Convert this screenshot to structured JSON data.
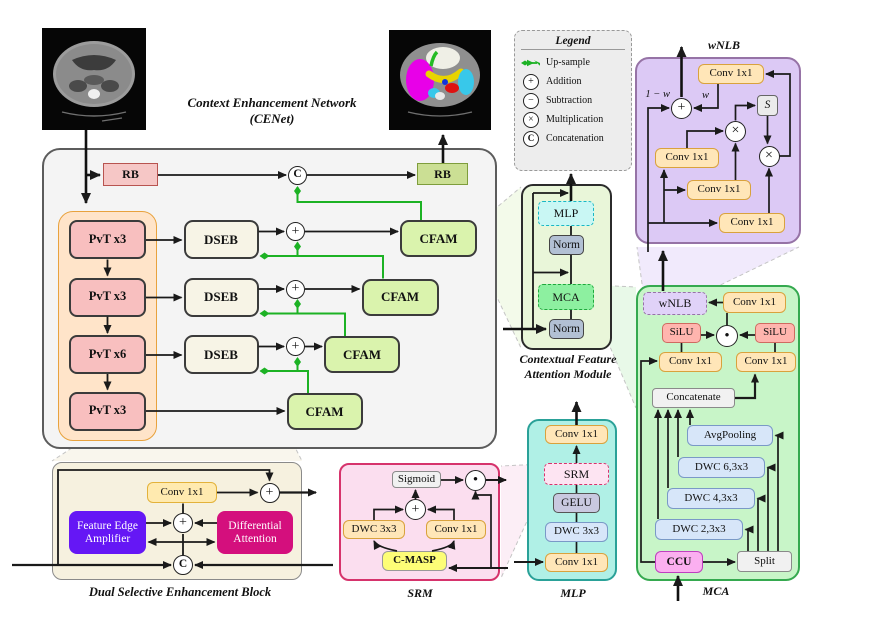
{
  "title": {
    "line1": "Context Enhancement Network",
    "line2": "(CENet)"
  },
  "ops": {
    "add": "+",
    "sub": "−",
    "mult": "×",
    "concat": "C",
    "dot": "•"
  },
  "legend": {
    "title": "Legend",
    "items": [
      {
        "label": "Up-sample"
      },
      {
        "label": "Addition"
      },
      {
        "label": "Subtraction"
      },
      {
        "label": "Multiplication"
      },
      {
        "label": "Concatenation"
      }
    ]
  },
  "network": {
    "rb_left": "RB",
    "rb_right": "RB",
    "encoder_blocks": [
      "PvT x3",
      "PvT x3",
      "PvT x6",
      "PvT x3"
    ],
    "dseb_blocks": [
      "DSEB",
      "DSEB",
      "DSEB"
    ],
    "cfam_blocks": [
      "CFAM",
      "CFAM",
      "CFAM",
      "CFAM"
    ]
  },
  "cfam_module": {
    "mlp": "MLP",
    "norm_top": "Norm",
    "mca": "MCA",
    "norm_bottom": "Norm",
    "label_line1": "Contextual Feature",
    "label_line2": "Attention Module"
  },
  "wnlb_module": {
    "title": "wNLB",
    "conv_top": "Conv 1x1",
    "conv_mid_left": "Conv 1x1",
    "conv_mid_center": "Conv 1x1",
    "conv_bottom": "Conv 1x1",
    "one_minus_w": "1 − w",
    "w": "w",
    "s": "S"
  },
  "mca_module": {
    "title": "MCA",
    "wnlb": "wNLB",
    "conv_top": "Conv 1x1",
    "silu_left": "SiLU",
    "silu_right": "SiLU",
    "conv_left": "Conv 1x1",
    "conv_right": "Conv 1x1",
    "concatenate": "Concatenate",
    "avgpooling": "AvgPooling",
    "dwc6": "DWC 6,3x3",
    "dwc4": "DWC 4,3x3",
    "dwc2": "DWC 2,3x3",
    "ccu": "CCU",
    "split": "Split"
  },
  "srm_module": {
    "title": "SRM",
    "sigmoid": "Sigmoid",
    "dwc": "DWC 3x3",
    "conv": "Conv 1x1",
    "cmasp": "C-MASP"
  },
  "mlp_module": {
    "title": "MLP",
    "conv_top": "Conv 1x1",
    "srm": "SRM",
    "gelu": "GELU",
    "dwc": "DWC 3x3",
    "conv_bottom": "Conv 1x1"
  },
  "dseb_module": {
    "title": "Dual Selective Enhancement Block",
    "conv": "Conv 1x1",
    "fea_line1": "Feature Edge",
    "fea_line2": "Amplifier",
    "da_line1": "Differential",
    "da_line2": "Attention"
  }
}
